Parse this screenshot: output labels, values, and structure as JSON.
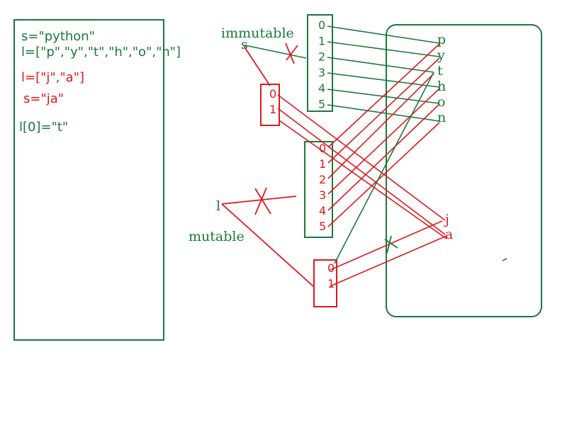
{
  "code": {
    "line1": "s=\"python\"",
    "line2": "l=[\"p\",\"y\",\"t\",\"h\",\"o\",\"n\"]",
    "line3": "l=[\"j\",\"a\"]",
    "line4": "s=\"ja\"",
    "line5": "l[0]=\"t\""
  },
  "labels": {
    "immutable": "immutable",
    "mutable": "mutable",
    "s_var": "s",
    "l_var": "l"
  },
  "string_index": [
    "0",
    "1",
    "2",
    "3",
    "4",
    "5"
  ],
  "string_chars": [
    "p",
    "y",
    "t",
    "h",
    "o",
    "n"
  ],
  "new_string_index": [
    "0",
    "1"
  ],
  "list_index": [
    "0",
    "1",
    "2",
    "3",
    "4",
    "5"
  ],
  "new_list_index": [
    "0",
    "1"
  ],
  "new_chars": [
    "j",
    "a"
  ],
  "colors": {
    "green": "#1b7a3a",
    "red": "#e0191e"
  }
}
